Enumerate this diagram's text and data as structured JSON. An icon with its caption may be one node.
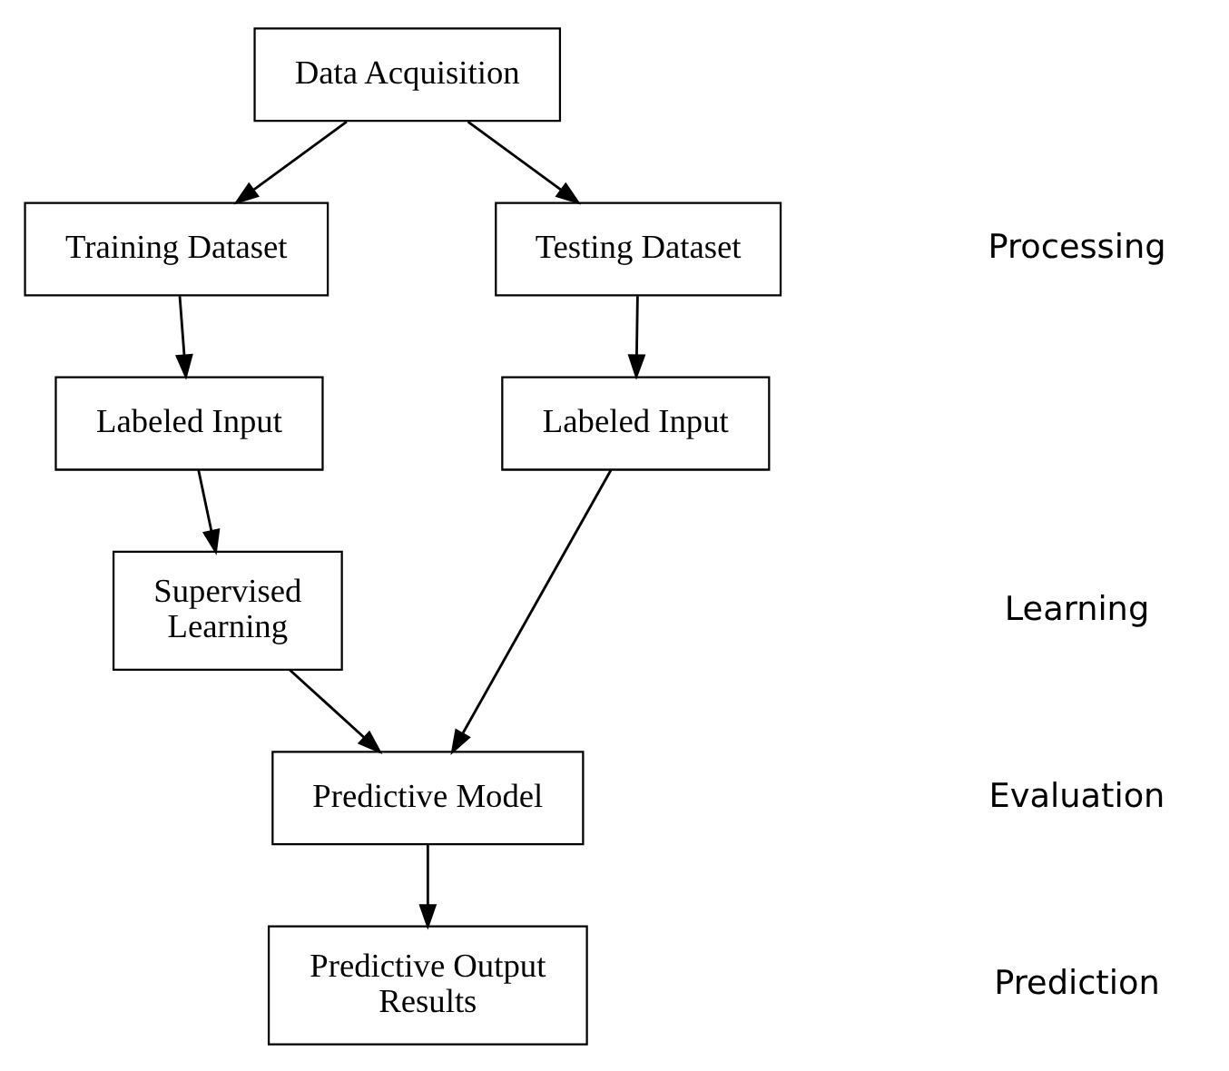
{
  "diagram": {
    "nodes": [
      {
        "text": [
          "Data Acquisition"
        ]
      },
      {
        "text": [
          "Training Dataset"
        ]
      },
      {
        "text": [
          "Testing Dataset"
        ]
      },
      {
        "text": [
          "Labeled Input"
        ]
      },
      {
        "text": [
          "Labeled Input"
        ]
      },
      {
        "text": [
          "Supervised Learning"
        ]
      },
      {
        "text": [
          "Predictive Model"
        ]
      },
      {
        "text": [
          "Predictive Output Results"
        ]
      }
    ],
    "edges": [
      {
        "from": 0,
        "to": 1,
        "arrow": "to"
      },
      {
        "from": 0,
        "to": 2,
        "arrow": "to"
      },
      {
        "from": 1,
        "to": 3,
        "arrow": "to"
      },
      {
        "from": 2,
        "to": 4,
        "arrow": "to"
      },
      {
        "from": 3,
        "to": 5,
        "arrow": "to"
      },
      {
        "from": 5,
        "to": 6,
        "arrow": "to"
      },
      {
        "from": 4,
        "to": 6,
        "arrow": "to"
      },
      {
        "from": 6,
        "to": 7,
        "arrow": "to"
      }
    ],
    "labels": [
      "Processing",
      "Learning",
      "Evaluation",
      "Prediction"
    ]
  }
}
